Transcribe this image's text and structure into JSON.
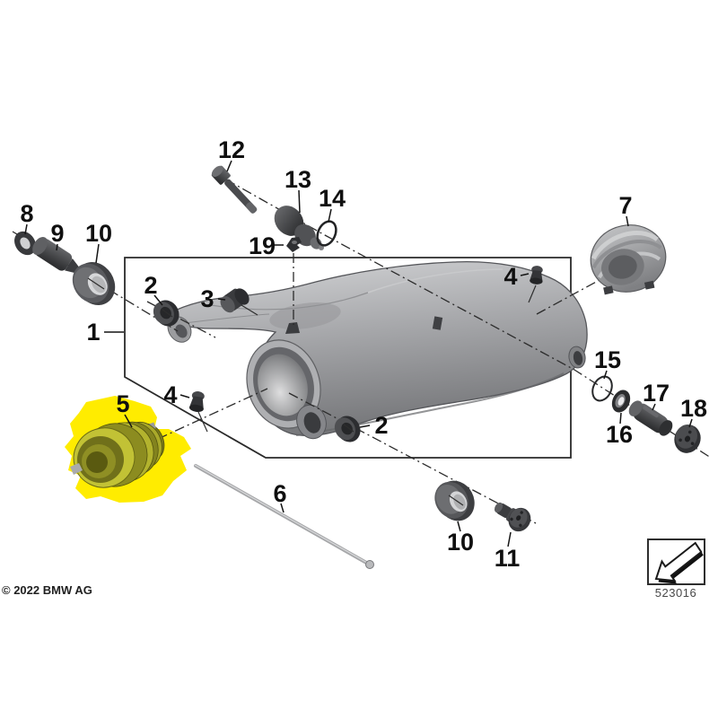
{
  "page": {
    "background": "#ffffff"
  },
  "footer": {
    "copyright": "© 2022 BMW AG",
    "diagram_code": "523016"
  },
  "legend": {
    "icon": "direction-arrow-icon"
  },
  "highlight": {
    "part_label": "5",
    "color": "#ffec00"
  },
  "callouts": [
    {
      "label": "1"
    },
    {
      "label": "2"
    },
    {
      "label": "2"
    },
    {
      "label": "3"
    },
    {
      "label": "4"
    },
    {
      "label": "4"
    },
    {
      "label": "5"
    },
    {
      "label": "6"
    },
    {
      "label": "7"
    },
    {
      "label": "8"
    },
    {
      "label": "9"
    },
    {
      "label": "10"
    },
    {
      "label": "10"
    },
    {
      "label": "11"
    },
    {
      "label": "12"
    },
    {
      "label": "13"
    },
    {
      "label": "14"
    },
    {
      "label": "15"
    },
    {
      "label": "16"
    },
    {
      "label": "17"
    },
    {
      "label": "18"
    },
    {
      "label": "19"
    }
  ]
}
